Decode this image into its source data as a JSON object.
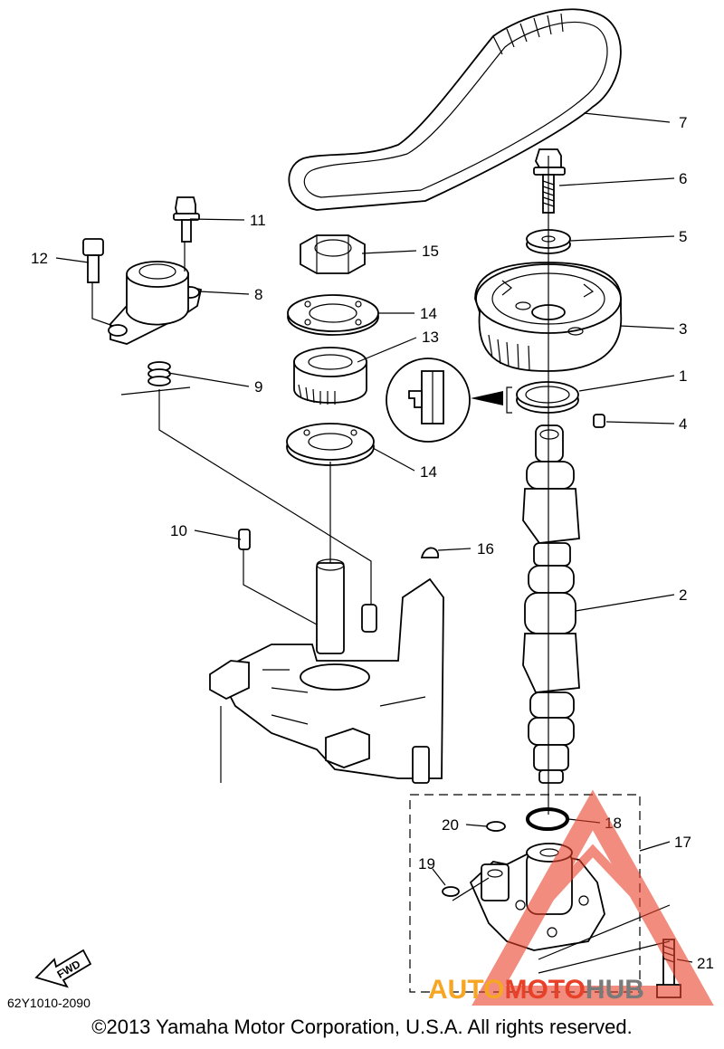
{
  "diagram": {
    "callouts": [
      "1",
      "2",
      "3",
      "4",
      "5",
      "6",
      "7",
      "8",
      "9",
      "10",
      "11",
      "12",
      "13",
      "14",
      "14",
      "15",
      "16",
      "17",
      "18",
      "19",
      "20",
      "21"
    ],
    "fwd_label": "FWD",
    "diagram_code": "62Y1010-2090",
    "copyright": "©2013 Yamaha Motor Corporation, U.S.A. All rights reserved.",
    "watermark": "AUTOMOTOHUB",
    "watermark_colors": {
      "triangle": "#e8412a",
      "auto": "#f6a623",
      "moto": "#e8412a",
      "hub": "#7a7a7a"
    }
  }
}
